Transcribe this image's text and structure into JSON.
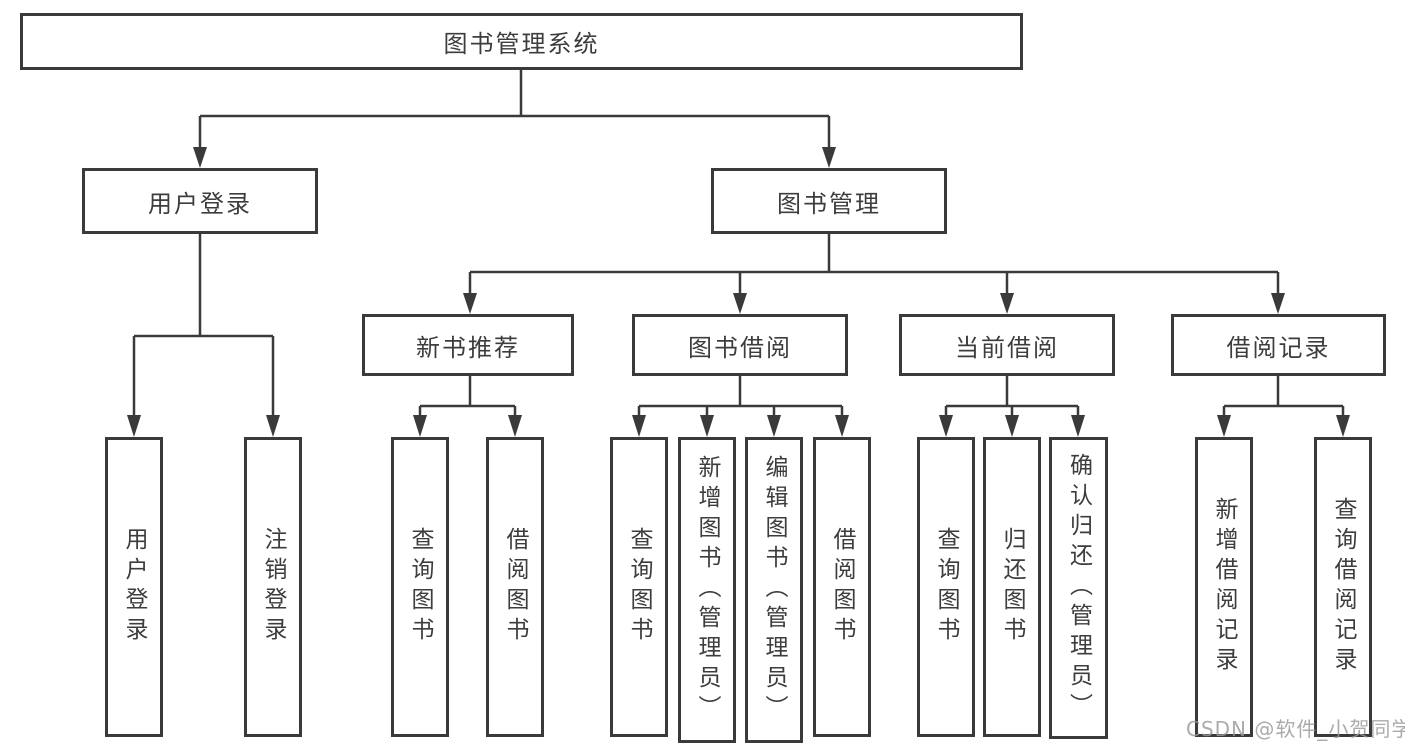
{
  "tree": {
    "label": "图书管理系统",
    "children": [
      {
        "label": "用户登录",
        "children": [
          {
            "label": "用户登录"
          },
          {
            "label": "注销登录"
          }
        ]
      },
      {
        "label": "图书管理",
        "children": [
          {
            "label": "新书推荐",
            "children": [
              {
                "label": "查询图书"
              },
              {
                "label": "借阅图书"
              }
            ]
          },
          {
            "label": "图书借阅",
            "children": [
              {
                "label": "查询图书"
              },
              {
                "label": "新增图书（管理员）"
              },
              {
                "label": "编辑图书（管理员）"
              },
              {
                "label": "借阅图书"
              }
            ]
          },
          {
            "label": "当前借阅",
            "children": [
              {
                "label": "查询图书"
              },
              {
                "label": "归还图书"
              },
              {
                "label": "确认归还（管理员）"
              }
            ]
          },
          {
            "label": "借阅记录",
            "children": [
              {
                "label": "新增借阅记录"
              },
              {
                "label": "查询借阅记录"
              }
            ]
          }
        ]
      }
    ]
  },
  "watermark": {
    "text": "CSDN @软件_小贺同学"
  },
  "colors": {
    "line": "#3a3a3a",
    "border": "#3a3a3a",
    "text": "#3d3d3d",
    "background": "#ffffff",
    "watermark": "#989898"
  }
}
